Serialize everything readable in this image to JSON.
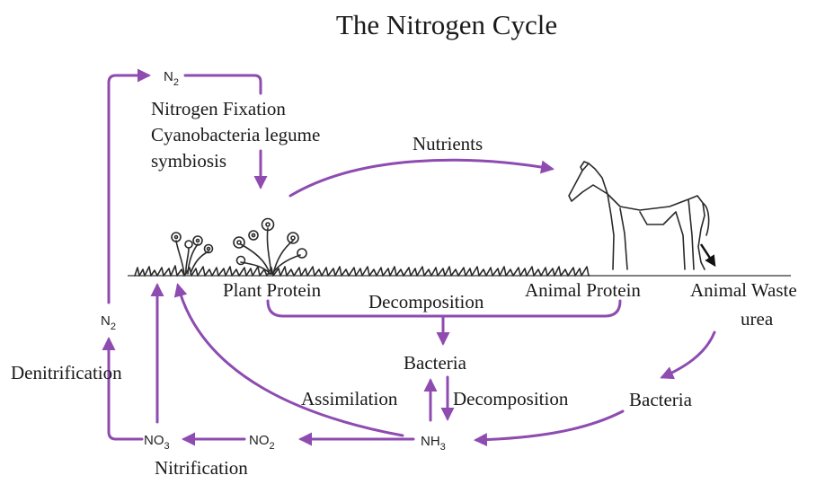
{
  "title": "The Nitrogen Cycle",
  "colors": {
    "arrow": "#8e4bb0",
    "ink": "#1a1a1a",
    "background": "#ffffff"
  },
  "nodes": {
    "n2_top": {
      "base": "N",
      "sub": "2"
    },
    "n2_left": {
      "base": "N",
      "sub": "2"
    },
    "no3": {
      "base": "NO",
      "sub": "3"
    },
    "no2": {
      "base": "NO",
      "sub": "2"
    },
    "nh3": {
      "base": "NH",
      "sub": "3"
    }
  },
  "labels": {
    "fixation_line1": "Nitrogen Fixation",
    "fixation_line2": "Cyanobacteria legume",
    "fixation_line3": "symbiosis",
    "nutrients": "Nutrients",
    "plant_protein": "Plant Protein",
    "animal_protein": "Animal Protein",
    "animal_waste_line1": "Animal Waste",
    "animal_waste_line2": "urea",
    "decomposition_top": "Decomposition",
    "bacteria_center": "Bacteria",
    "bacteria_right": "Bacteria",
    "assimilation": "Assimilation",
    "decomposition_bottom": "Decomposition",
    "denitrification": "Denitrification",
    "nitrification": "Nitrification"
  },
  "illustrations": [
    "plant-icon",
    "horse-icon",
    "grass-ground"
  ]
}
